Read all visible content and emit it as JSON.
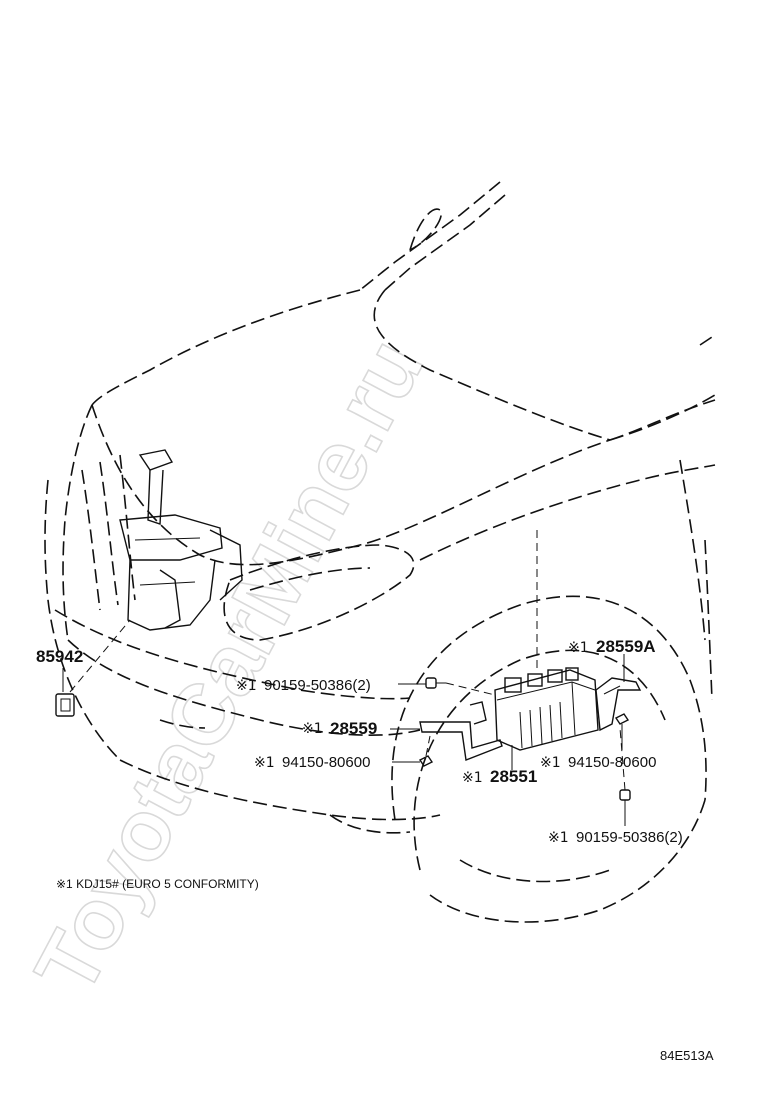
{
  "watermark": "ToyotaCarMine.ru",
  "note": "※1 KDJ15# (EURO 5 CONFORMITY)",
  "diagram_code": "84E513A",
  "callouts": [
    {
      "id": "85942",
      "mark": "",
      "number": "85942"
    },
    {
      "id": "90159-50386-left",
      "mark": "※1",
      "number": "90159-50386(2)"
    },
    {
      "id": "28559",
      "mark": "※1",
      "number": "28559"
    },
    {
      "id": "94150-80600-left",
      "mark": "※1",
      "number": "94150-80600"
    },
    {
      "id": "28551",
      "mark": "※1",
      "number": "28551"
    },
    {
      "id": "28559A",
      "mark": "※1",
      "number": "28559A"
    },
    {
      "id": "94150-80600-right",
      "mark": "※1",
      "number": "94150-80600"
    },
    {
      "id": "90159-50386-right",
      "mark": "※1",
      "number": "90159-50386(2)"
    }
  ]
}
